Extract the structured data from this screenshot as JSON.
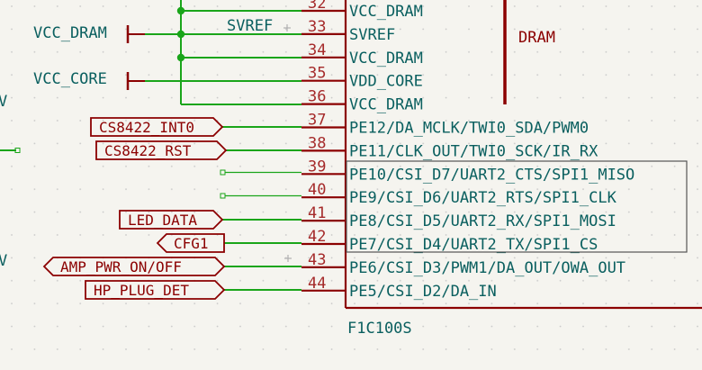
{
  "colors": {
    "background": "#f5f4ef",
    "grid_dot": "#c8c8c8",
    "wire": "#1aa51a",
    "pin": "#8b0000",
    "component_body": "#8b0000",
    "label_border": "#8b0000",
    "pin_name": "#0a5f5f",
    "selection_box": "#555555"
  },
  "component": {
    "name": "DRAM",
    "reference": "F1C100S"
  },
  "power_labels": [
    "VCC_DRAM",
    "VCC_CORE"
  ],
  "net_labels": [
    "SVREF"
  ],
  "edge_fragments": [
    "V",
    "V"
  ],
  "pins": [
    {
      "number": "32",
      "name": "VCC_DRAM"
    },
    {
      "number": "33",
      "name": "SVREF"
    },
    {
      "number": "34",
      "name": "VCC_DRAM"
    },
    {
      "number": "35",
      "name": "VDD_CORE"
    },
    {
      "number": "36",
      "name": "VCC_DRAM"
    },
    {
      "number": "37",
      "name": "PE12/DA_MCLK/TWI0_SDA/PWM0"
    },
    {
      "number": "38",
      "name": "PE11/CLK_OUT/TWI0_SCK/IR_RX"
    },
    {
      "number": "39",
      "name": "PE10/CSI_D7/UART2_CTS/SPI1_MISO"
    },
    {
      "number": "40",
      "name": "PE9/CSI_D6/UART2_RTS/SPI1_CLK"
    },
    {
      "number": "41",
      "name": "PE8/CSI_D5/UART2_RX/SPI1_MOSI"
    },
    {
      "number": "42",
      "name": "PE7/CSI_D4/UART2_TX/SPI1_CS"
    },
    {
      "number": "43",
      "name": "PE6/CSI_D3/PWM1/DA_OUT/OWA_OUT"
    },
    {
      "number": "44",
      "name": "PE5/CSI_D2/DA_IN"
    }
  ],
  "hier_labels": [
    {
      "text": "CS8422_INT0",
      "shape": "output"
    },
    {
      "text": "CS8422_RST",
      "shape": "output"
    },
    {
      "text": "LED_DATA",
      "shape": "output"
    },
    {
      "text": "CFG1",
      "shape": "input"
    },
    {
      "text": "AMP_PWR_ON/OFF",
      "shape": "bidirectional"
    },
    {
      "text": "HP_PLUG_DET",
      "shape": "output"
    }
  ]
}
